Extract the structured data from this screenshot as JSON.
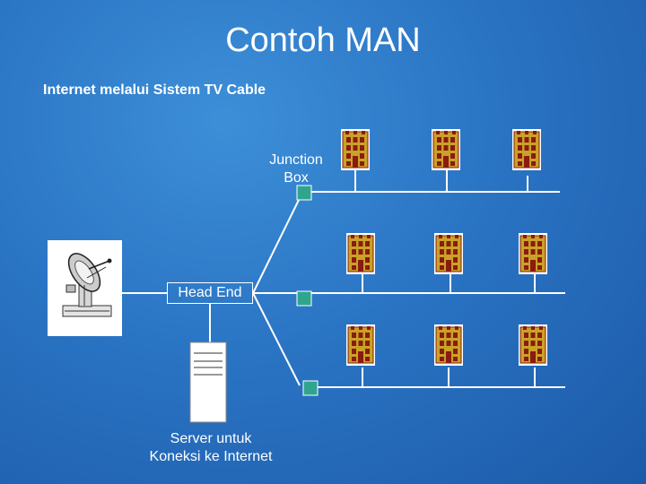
{
  "slide": {
    "title": "Contoh MAN",
    "subtitle": "Internet melalui Sistem TV Cable"
  },
  "nodes": {
    "junction_box_label_line1": "Junction",
    "junction_box_label_line2": "Box",
    "head_end_label": "Head End",
    "server_label_line1": "Server untuk",
    "server_label_line2": "Koneksi ke Internet"
  },
  "icons": {
    "satellite": "satellite-dish-icon",
    "server": "server-tower-icon",
    "building": "apartment-building-icon",
    "junction": "junction-box-icon"
  },
  "colors": {
    "background": "#2a74c4",
    "line": "#ffffff",
    "junction_box": "#2fa58e",
    "building": "#c9a227",
    "building_dark": "#8b1a10"
  }
}
